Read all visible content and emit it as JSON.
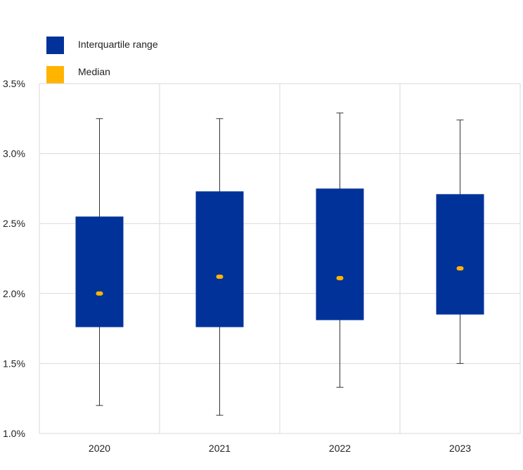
{
  "chart_data": {
    "type": "box",
    "categories": [
      "2020",
      "2021",
      "2022",
      "2023"
    ],
    "series": [
      {
        "name": "Interquartile range",
        "color": "#003299",
        "q1": [
          1.76,
          1.76,
          1.81,
          1.85
        ],
        "q3": [
          2.55,
          2.73,
          2.75,
          2.71
        ],
        "whisker_low": [
          1.2,
          1.13,
          1.33,
          1.5
        ],
        "whisker_high": [
          3.25,
          3.25,
          3.29,
          3.24
        ]
      },
      {
        "name": "Median",
        "color": "#FFB400",
        "values": [
          2.0,
          2.12,
          2.11,
          2.18
        ]
      }
    ],
    "y_ticks": [
      "1.0%",
      "1.5%",
      "2.0%",
      "2.5%",
      "3.0%",
      "3.5%"
    ],
    "ylim": [
      1.0,
      3.5
    ],
    "grid": true,
    "legend_position": "top-left"
  },
  "legend": {
    "items": [
      {
        "label": "Interquartile range",
        "color": "#003299"
      },
      {
        "label": "Median",
        "color": "#FFB400"
      }
    ]
  }
}
